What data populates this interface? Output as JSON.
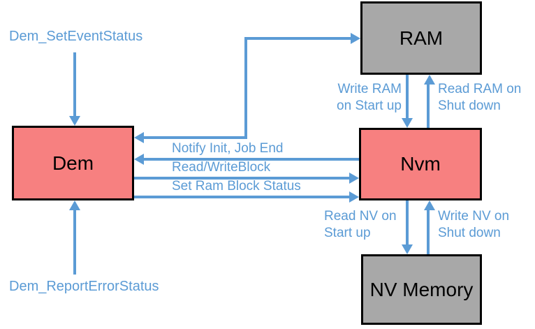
{
  "colors": {
    "accent": "#5B9BD5",
    "box_red": "#F78080",
    "box_gray": "#A8A8A8",
    "box_border": "#000000",
    "node_text": "#000000",
    "background": "#FFFFFF"
  },
  "nodes": {
    "dem": {
      "label": "Dem"
    },
    "ram": {
      "label": "RAM"
    },
    "nvm": {
      "label": "Nvm"
    },
    "nv_memory": {
      "label": "NV Memory"
    }
  },
  "annotations": {
    "set_event_status": "Dem_SetEventStatus",
    "report_error_status": "Dem_ReportErrorStatus"
  },
  "edges": {
    "notify_label": "Notify Init, Job End",
    "read_write_block_label": "Read/WriteBlock",
    "set_ram_block_status_label": "Set Ram Block Status",
    "write_ram_label": "Write RAM\non Start up",
    "read_ram_label": "Read RAM on\nShut down",
    "read_nv_label": "Read NV on\nStart up",
    "write_nv_label": "Write NV on\nShut down"
  }
}
